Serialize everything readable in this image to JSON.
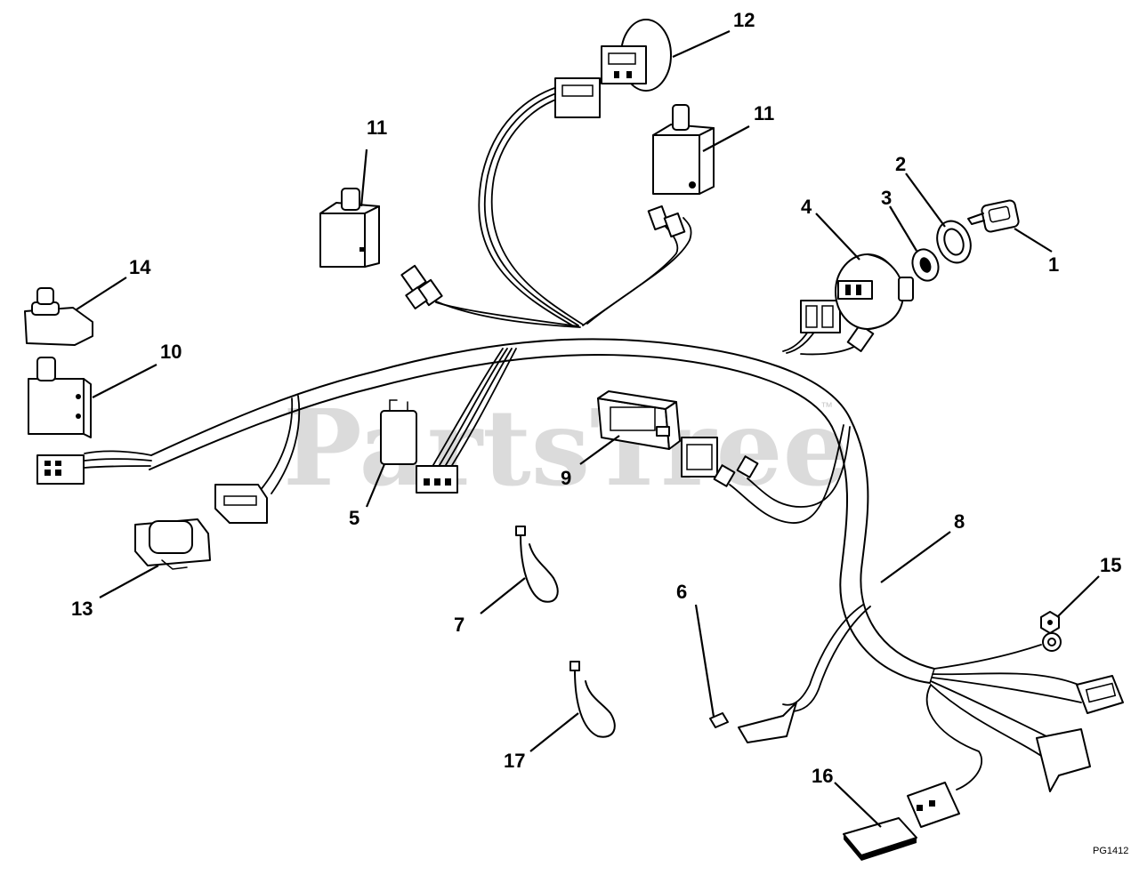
{
  "watermark": "PartsTree",
  "watermark_mark": "™",
  "diagram_ref": "PG1412",
  "callouts": [
    {
      "id": "1",
      "label": "1"
    },
    {
      "id": "2",
      "label": "2"
    },
    {
      "id": "3",
      "label": "3"
    },
    {
      "id": "4",
      "label": "4"
    },
    {
      "id": "5",
      "label": "5"
    },
    {
      "id": "6",
      "label": "6"
    },
    {
      "id": "7",
      "label": "7"
    },
    {
      "id": "8",
      "label": "8"
    },
    {
      "id": "9",
      "label": "9"
    },
    {
      "id": "10",
      "label": "10"
    },
    {
      "id": "11a",
      "label": "11"
    },
    {
      "id": "11b",
      "label": "11"
    },
    {
      "id": "12",
      "label": "12"
    },
    {
      "id": "13",
      "label": "13"
    },
    {
      "id": "14",
      "label": "14"
    },
    {
      "id": "15",
      "label": "15"
    },
    {
      "id": "16",
      "label": "16"
    },
    {
      "id": "17",
      "label": "17"
    }
  ]
}
